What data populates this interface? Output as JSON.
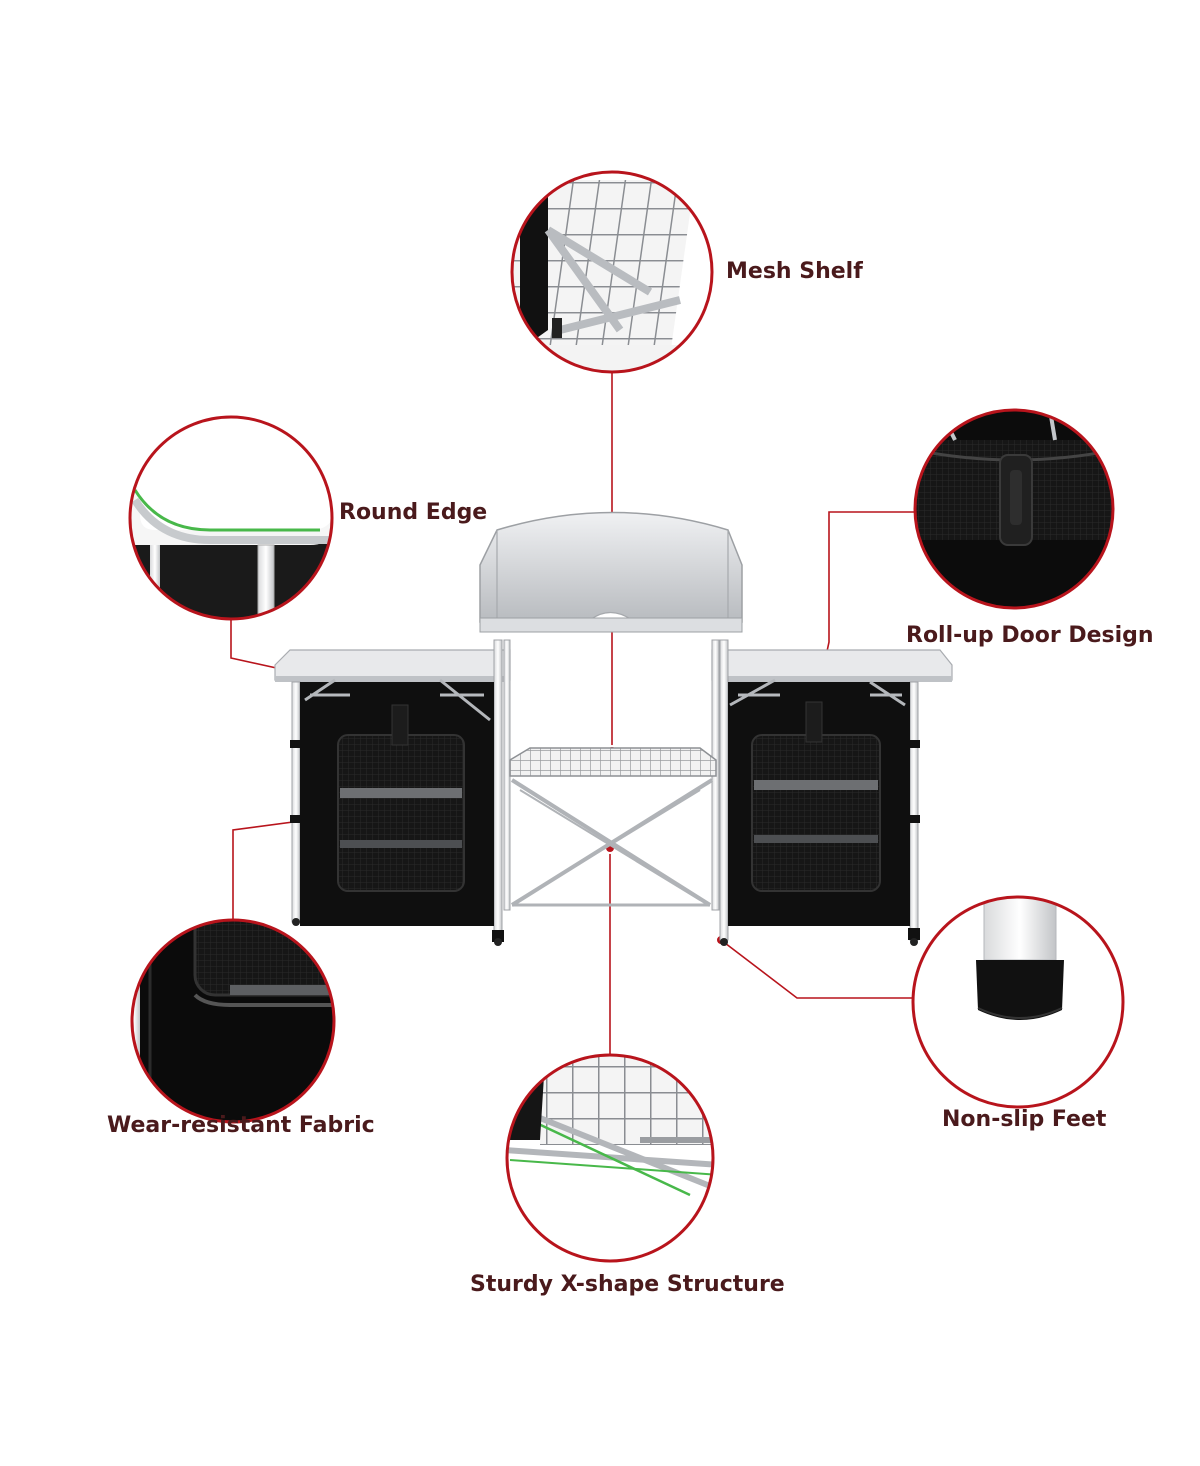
{
  "colors": {
    "accent": "#b8141c",
    "label_text": "#4a1a1c",
    "fabric": "#0d0d0d",
    "aluminum": "#c9ccd0",
    "highlight_green": "#48b84a"
  },
  "callouts": {
    "mesh_shelf": "Mesh Shelf",
    "round_edge": "Round Edge",
    "roll_up_door": "Roll-up Door Design",
    "wear_resistant_fabric": "Wear-resistant Fabric",
    "non_slip_feet": "Non-slip Feet",
    "x_shape_structure": "Sturdy X-shape Structure"
  }
}
